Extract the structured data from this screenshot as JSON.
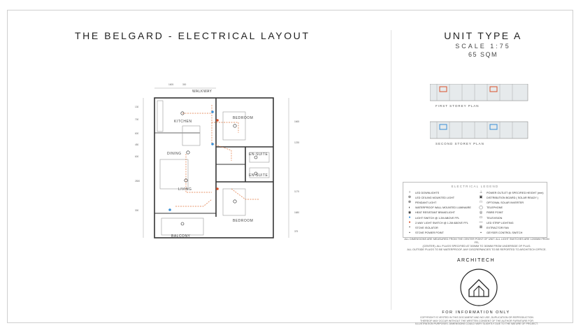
{
  "header": {
    "title": "THE BELGARD - ELECTRICAL LAYOUT",
    "unit": "UNIT TYPE A",
    "scale": "SCALE 1:75",
    "area": "65 SQM"
  },
  "plan": {
    "rooms": {
      "walkway": "WALKWAY",
      "kitchen": "KITCHEN",
      "bedroom_1": "BEDROOM",
      "dining": "DINING",
      "ensuite_1": "EN-SUITE",
      "ensuite_2": "EN-SUITE",
      "living": "LIVING",
      "bedroom_2": "BEDROOM",
      "balcony": "BALCONY"
    },
    "dims_top": [
      "1605",
      "300"
    ],
    "dims_left": [
      "130",
      "700",
      "600",
      "450",
      "600",
      "2830",
      "300"
    ],
    "dims_right": [
      "1665",
      "1235",
      "1175",
      "1680",
      "375"
    ]
  },
  "keyplan": {
    "first": "FIRST STOREY PLAN",
    "second": "SECOND STOREY PLAN"
  },
  "legend": {
    "title": "ELECTRICAL LEGEND",
    "left": [
      {
        "sym": "○",
        "label": "LED DOWNLIGHTS"
      },
      {
        "sym": "⊕",
        "label": "LED CEILING MOUNTED LIGHT"
      },
      {
        "sym": "⊗",
        "label": "PENDANT LIGHT"
      },
      {
        "sym": "◐",
        "label": "WATERPROOF WALL MOUNTED LUMINAIRE"
      },
      {
        "sym": "◉",
        "label": "HEAT RESISTANT BRAKELIGHT"
      },
      {
        "sym": "●",
        "label": "LIGHT SWITCH @ 1.2M ABOVE FFL"
      },
      {
        "sym": "●",
        "label": "2-WAY LIGHT SWITCH @ 1.2M ABOVE FFL"
      },
      {
        "sym": "▪",
        "label": "STOVE ISOLATOR"
      },
      {
        "sym": "▪",
        "label": "STOVE POWER POINT"
      }
    ],
    "right": [
      {
        "sym": "⊥",
        "label": "POWER OUTLET @ SPECIFIED HEIGHT (mm)"
      },
      {
        "sym": "▣",
        "label": "DISTRIBUTION BOARD ( SOLAR READY )"
      },
      {
        "sym": "□",
        "label": "OPTIONAL SOLAR INVERTER"
      },
      {
        "sym": "◯",
        "label": "TELEPHONE"
      },
      {
        "sym": "◎",
        "label": "FIBRE POINT"
      },
      {
        "sym": "▭",
        "label": "TELEVISION"
      },
      {
        "sym": "—",
        "label": "LED STRIP LIGHTING"
      },
      {
        "sym": "⊠",
        "label": "EXTRACTOR FAN"
      },
      {
        "sym": "▪",
        "label": "GEYSER CONTROL SWITCH"
      }
    ],
    "colors": {
      "switch_blue": "#3a8fd6",
      "switch_red": "#d9532c",
      "circuit": "#e0733a"
    }
  },
  "notes": [
    "ALL DIMENSIONS ARE MEASURED FROM THE CENTER POINT OF UNIT. ALL LIGHT SWITCHES ARE 1200MM FROM FFL",
    "(CENTER). ALL PLUGS SPECIFIED AT 300MM TO 300MM FROM UNDERSIDE OF PLUG.",
    "ALL OUTSIDE PLUGS TO BE WATERPROOF. ANY DISCREPANCIES TO BE REPORTED TO ARCHITECH OFFICE."
  ],
  "brand": {
    "name": "ARCHITECH",
    "tag": "FOR INFORMATION ONLY",
    "copyright": "COPYRIGHT IS VESTED IN THIS DOCUMENT AND NO USE, DUPLICATION OR REPRODUCTION THEREOF MAY OCCUR WITHOUT THE WRITTEN CONSENT OF THE AUTHOR FURNITURE FOR ILLUSTRATION PURPOSES. DIMENSIONS COULD VARY SLIGHTLY DUE TO THE NATURE OF PROJECT."
  }
}
